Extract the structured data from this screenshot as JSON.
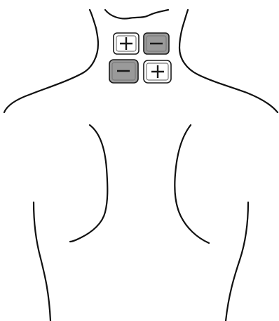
{
  "figure": {
    "subject": "back-of-neck-and-upper-back-outline"
  },
  "electrode_pads": [
    {
      "name": "pad-top-left",
      "polarity": "positive",
      "symbol": "+",
      "fill": "#ffffff"
    },
    {
      "name": "pad-top-right",
      "polarity": "negative",
      "symbol": "−",
      "fill": "#9a9a9a"
    },
    {
      "name": "pad-bottom-left",
      "polarity": "negative",
      "symbol": "−",
      "fill": "#9a9a9a"
    },
    {
      "name": "pad-bottom-right",
      "polarity": "positive",
      "symbol": "+",
      "fill": "#ffffff"
    }
  ],
  "colors": {
    "outline": "#111111",
    "positive_pad": "#ffffff",
    "negative_pad": "#9a9a9a",
    "background": "#ffffff"
  }
}
